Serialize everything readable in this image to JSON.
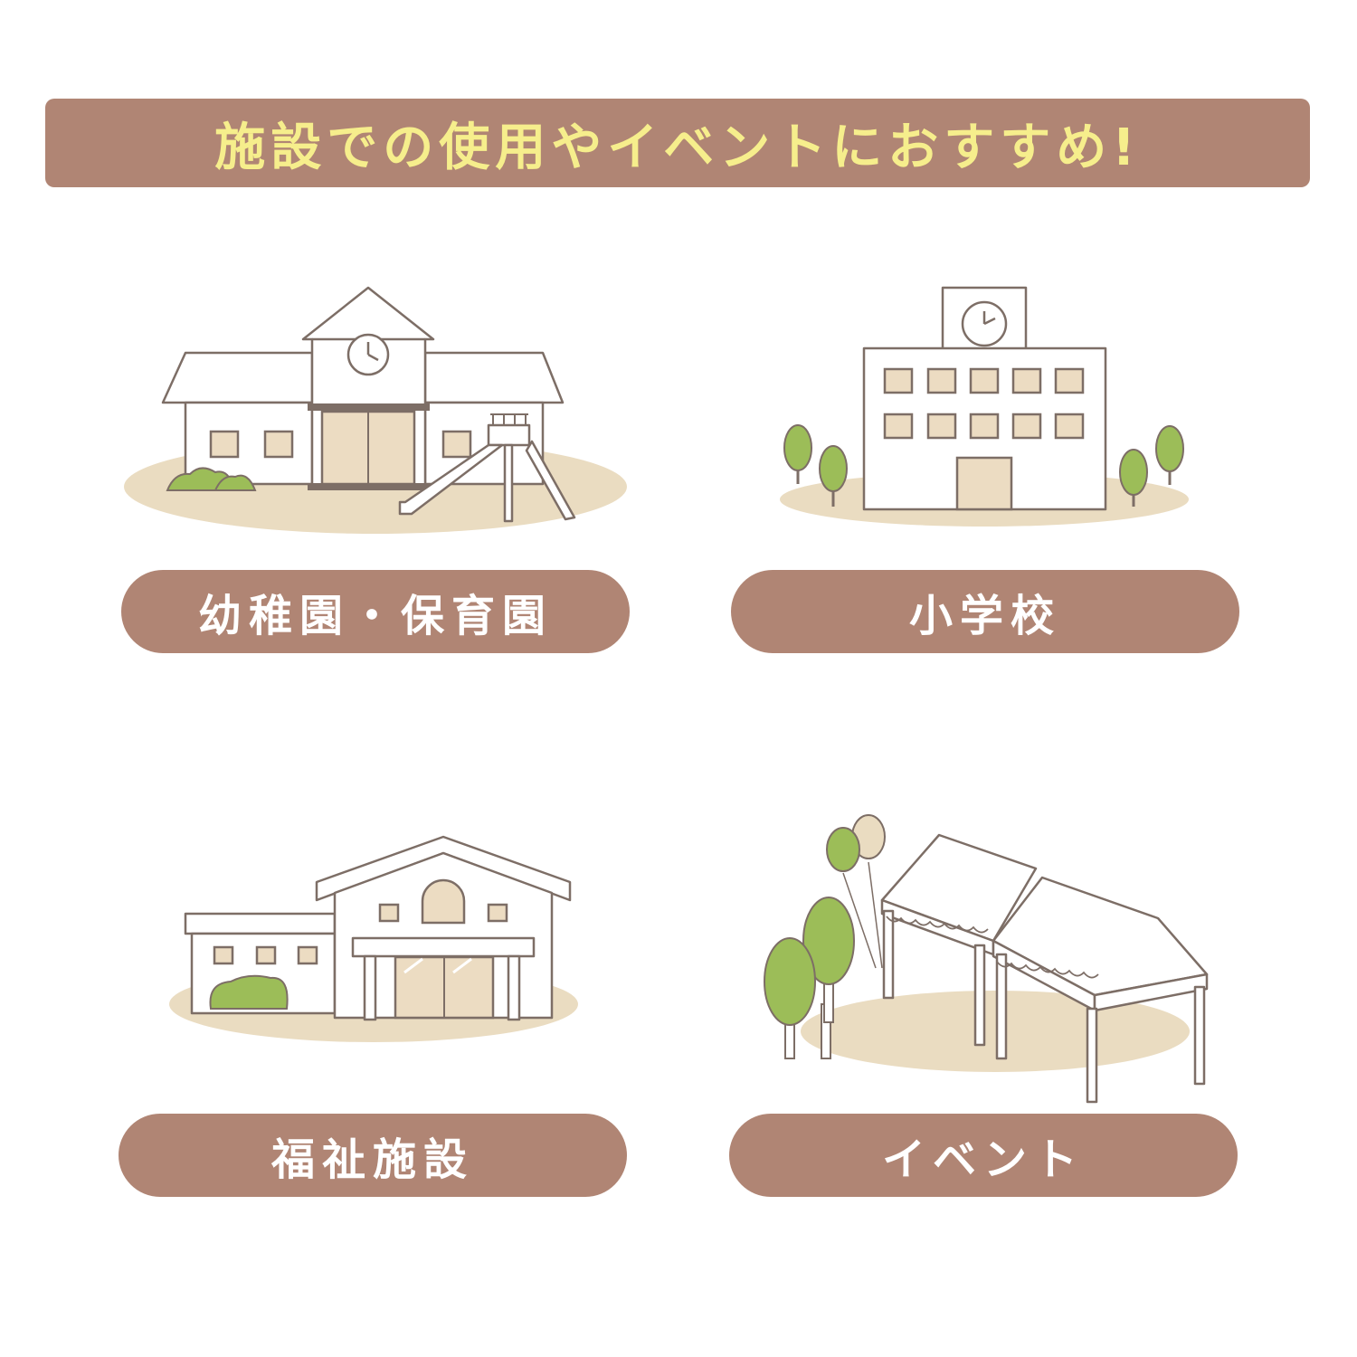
{
  "banner": {
    "title": "施設での使用やイベントにおすすめ!"
  },
  "cards": [
    {
      "label": "幼稚園・保育園",
      "icon": "kindergarten-illustration"
    },
    {
      "label": "小学校",
      "icon": "school-illustration"
    },
    {
      "label": "福祉施設",
      "icon": "welfare-facility-illustration"
    },
    {
      "label": "イベント",
      "icon": "event-tent-illustration"
    }
  ],
  "colors": {
    "accent": "#b08574",
    "banner_text": "#f6ee8c",
    "ground": "#eadcc1",
    "greenery": "#9cbd58",
    "outline": "#7d6e66"
  }
}
